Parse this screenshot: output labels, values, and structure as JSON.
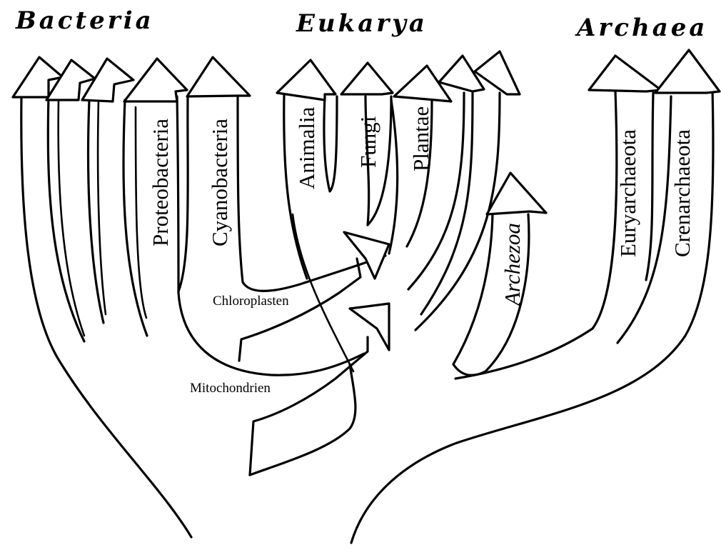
{
  "domains": {
    "bacteria": "Bacteria",
    "eukarya": "Eukarya",
    "archaea": "Archaea"
  },
  "branches": {
    "proteobacteria": "Proteobacteria",
    "cyanobacteria": "Cyanobacteria",
    "animalia": "Animalia",
    "fungi": "Fungi",
    "plantae": "Plantae",
    "archezoa": "Archezoa",
    "euryarchaeota": "Euryarchaeota",
    "crenarchaeota": "Crenarchaeota"
  },
  "annotations": {
    "chloroplasts": "Chloroplasten",
    "mitochondria": "Mitochondrien"
  }
}
